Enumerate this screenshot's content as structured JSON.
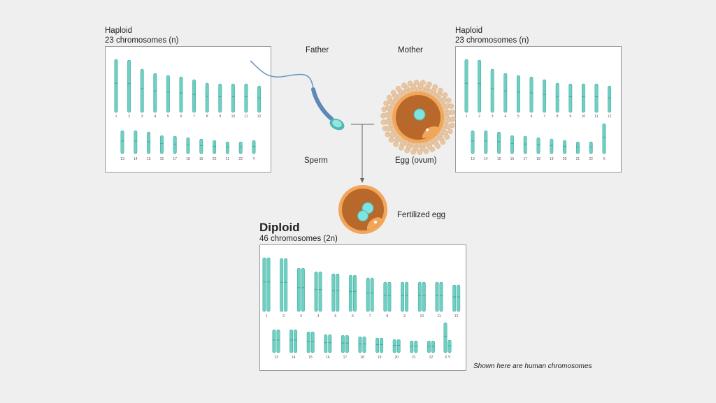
{
  "left_karyotype": {
    "heading": "Haploid",
    "subheading": "23 chromosomes (n)",
    "row1_labels": [
      "1",
      "2",
      "3",
      "4",
      "5",
      "6",
      "7",
      "8",
      "9",
      "10",
      "11",
      "12"
    ],
    "row2_labels": [
      "13",
      "14",
      "15",
      "16",
      "17",
      "18",
      "19",
      "20",
      "21",
      "22",
      "Y"
    ]
  },
  "right_karyotype": {
    "heading": "Haploid",
    "subheading": "23 chromosomes (n)",
    "row1_labels": [
      "1",
      "2",
      "3",
      "4",
      "5",
      "6",
      "7",
      "8",
      "9",
      "10",
      "11",
      "12"
    ],
    "row2_labels": [
      "13",
      "14",
      "15",
      "16",
      "17",
      "18",
      "19",
      "20",
      "21",
      "22",
      "X"
    ]
  },
  "diploid_karyotype": {
    "heading": "Diploid",
    "subheading": "46 chromosomes (2n)",
    "row1_labels": [
      "1",
      "2",
      "3",
      "4",
      "5",
      "6",
      "7",
      "8",
      "9",
      "10",
      "11",
      "12"
    ],
    "row2_labels": [
      "13",
      "14",
      "15",
      "16",
      "17",
      "18",
      "19",
      "20",
      "21",
      "22",
      "X Y"
    ]
  },
  "labels": {
    "father": "Father",
    "mother": "Mother",
    "sperm": "Sperm",
    "egg": "Egg (ovum)",
    "fertilized": "Fertilized egg",
    "note": "Shown here are human chromosomes"
  },
  "colors": {
    "chromosome": "#6fcfc3",
    "chromosome_edge": "#3aa597",
    "egg_outer": "#f2a65a",
    "egg_inner": "#b8682a",
    "nucleus": "#7fe3e0",
    "cumulus": "#e7c6a3",
    "sperm": "#6e98c3"
  }
}
